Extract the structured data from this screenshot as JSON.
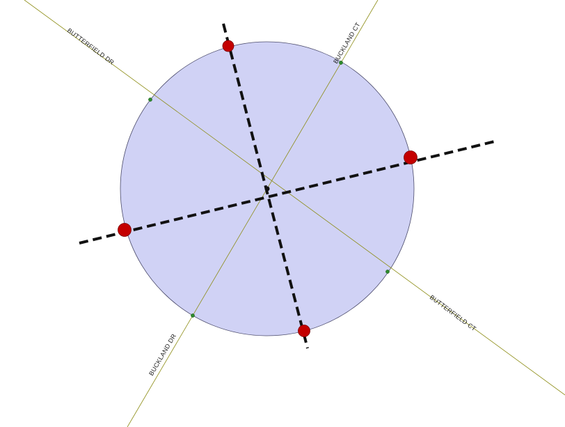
{
  "colors": {
    "background": "#ffffff",
    "circle_fill": "#d0d2f5",
    "circle_stroke": "#4a4a6a",
    "street_line": "#8c8c14",
    "street_node": "#2d8a2d",
    "axis_line": "#111111",
    "marker_fill": "#c40000",
    "center_marker": "#111111"
  },
  "streets": [
    {
      "name": "BUTTERFIELD DR"
    },
    {
      "name": "BUCKLAND CT"
    },
    {
      "name": "BUTTERFIELD CT"
    },
    {
      "name": "BUCKLAND DR"
    }
  ],
  "markers": {
    "axis_endpoint_count": 4,
    "style": "red-dot"
  },
  "buffer": {
    "shape": "circle"
  }
}
